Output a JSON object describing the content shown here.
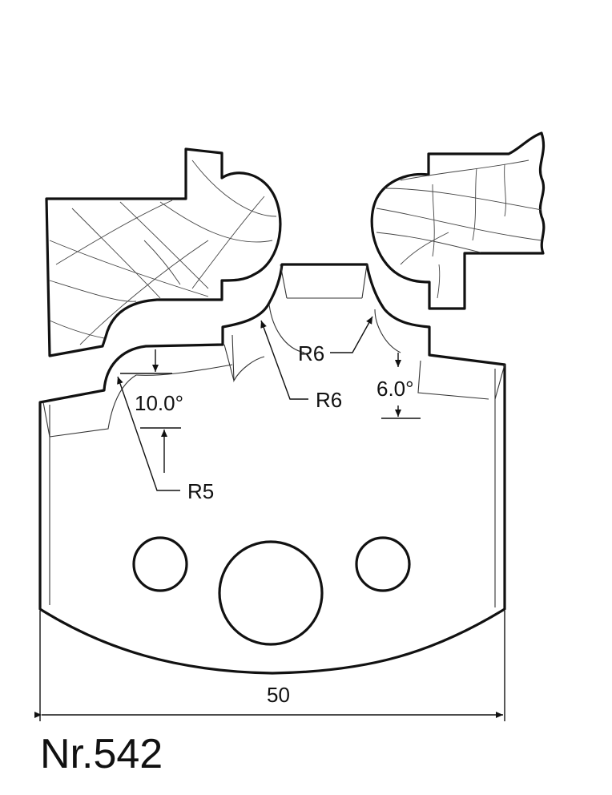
{
  "labels": {
    "angle_left": "10.0°",
    "angle_right": "6.0°",
    "radius_left": "R5",
    "radius_middle": "R6",
    "radius_right": "R6",
    "width": "50",
    "model": "Nr.542"
  },
  "colors": {
    "line": "#111111",
    "background": "#ffffff"
  }
}
